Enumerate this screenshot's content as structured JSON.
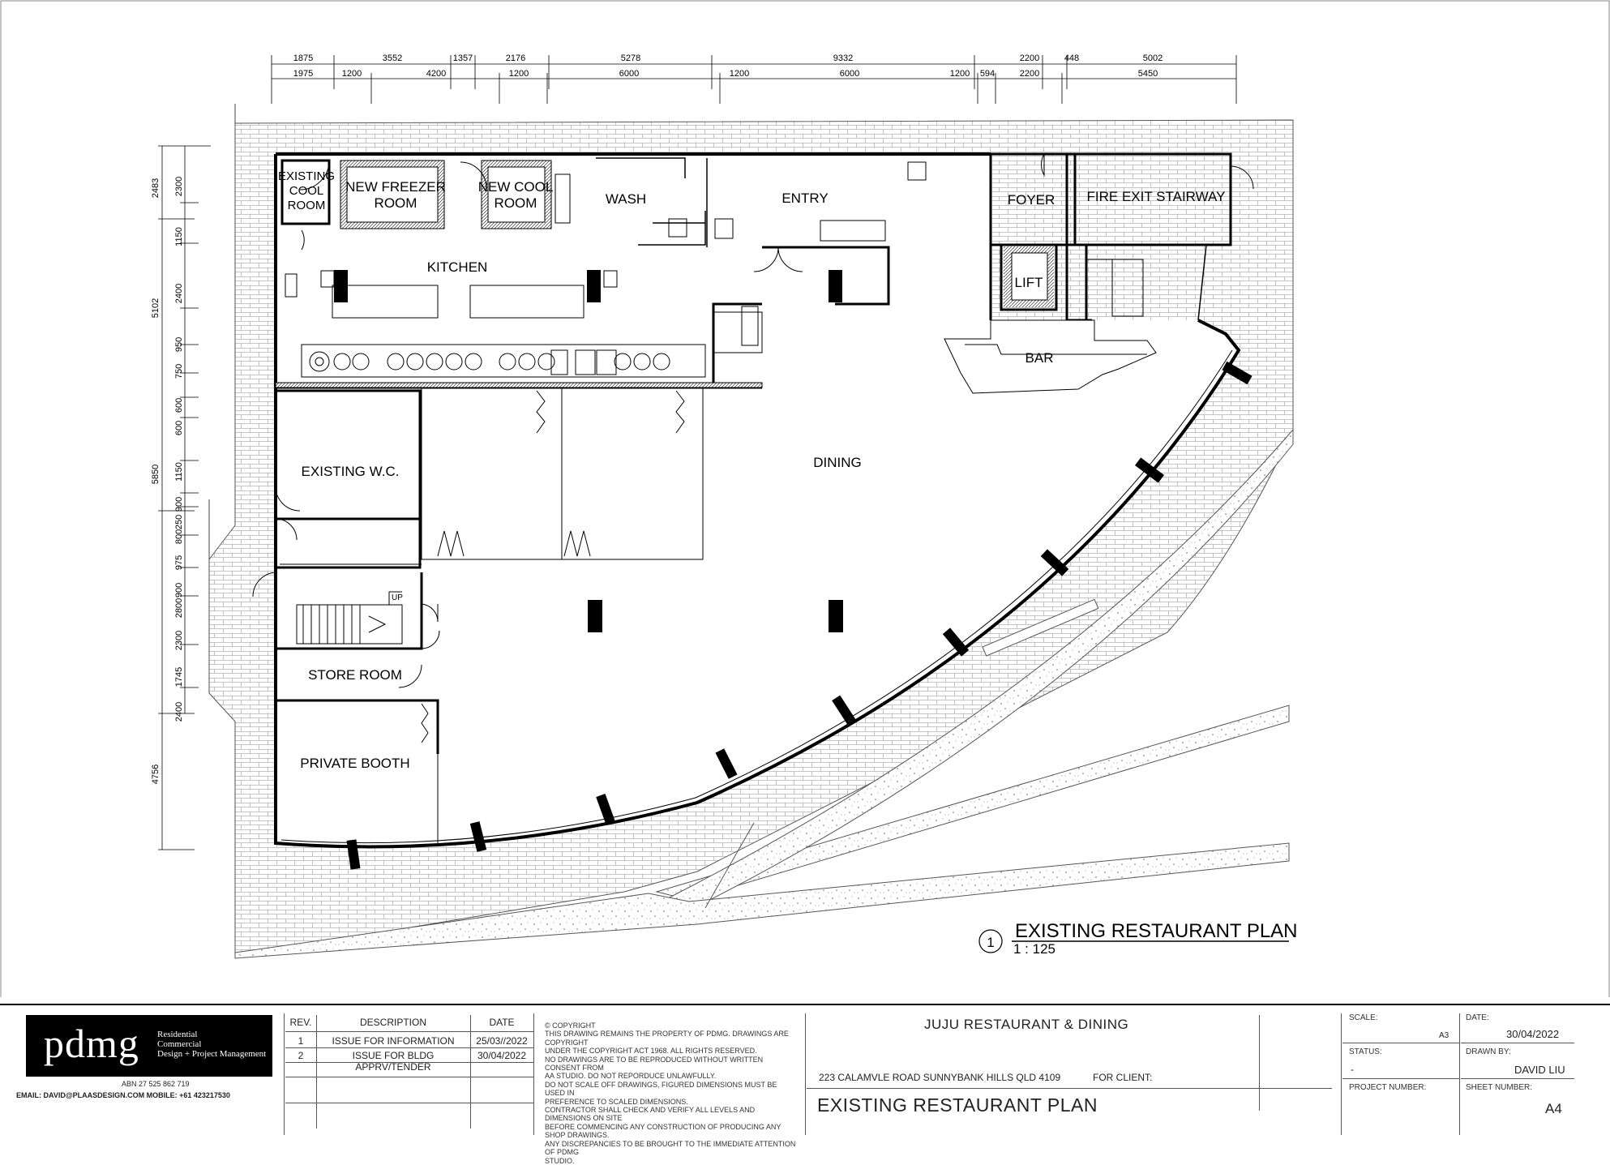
{
  "rooms": {
    "existing_cool_room": "EXISTING\nCOOL\nROOM",
    "new_freezer_room": "NEW FREEZER\nROOM",
    "new_cool_room": "NEW COOL\nROOM",
    "wash": "WASH",
    "entry": "ENTRY",
    "foyer": "FOYER",
    "fire_exit_stairway": "FIRE EXIT STAIRWAY",
    "kitchen": "KITCHEN",
    "lift": "LIFT",
    "bar": "BAR",
    "dining": "DINING",
    "existing_wc": "EXISTING W.C.",
    "store_room": "STORE ROOM",
    "private_booth": "PRIVATE BOOTH",
    "up": "UP"
  },
  "dimensions": {
    "top_outer": [
      "1875",
      "3552",
      "1357",
      "2176",
      "5278",
      "9332",
      "2200",
      "448",
      "5002"
    ],
    "top_inner": [
      "1975",
      "1200",
      "4200",
      "1200",
      "6000",
      "1200",
      "6000",
      "1200",
      "594",
      "2200",
      "5450"
    ],
    "left_outer": [
      "2483",
      "5102",
      "5850",
      "4756"
    ],
    "left_inner": [
      "2300",
      "1150",
      "2400",
      "950",
      "750",
      "600",
      "600",
      "1150",
      "900",
      "250",
      "800",
      "975",
      "900",
      "2800",
      "2300",
      "1745",
      "2400"
    ]
  },
  "drawing": {
    "number": "1",
    "title": "EXISTING RESTAURANT PLAN",
    "scale": "1 : 125"
  },
  "title_block": {
    "logo_text": "pdmg",
    "logo_tagline": [
      "Residential",
      "Commercial",
      "Design + Project Management"
    ],
    "abn": "ABN 27 525 862 719",
    "contact": "EMAIL: DAVID@PLAASDESIGN.COM MOBILE: +61 423217530",
    "revisions_header": {
      "rev": "REV.",
      "description": "DESCRIPTION",
      "date": "DATE"
    },
    "revisions": [
      {
        "rev": "1",
        "description": "ISSUE FOR INFORMATION",
        "date": "25/03//2022"
      },
      {
        "rev": "2",
        "description": "ISSUE FOR BLDG APPRV/TENDER",
        "date": "30/04/2022"
      }
    ],
    "copyright_lines": [
      "© COPYRIGHT",
      "THIS DRAWING REMAINS THE PROPERTY OF PDMG. DRAWINGS ARE COPYRIGHT",
      "UNDER THE COPYRIGHT ACT 1968. ALL RIGHTS RESERVED.",
      "NO DRAWINGS ARE TO BE REPRODUCED WITHOUT WRITTEN CONSENT FROM",
      "AA STUDIO. DO NOT REPORDUCE UNLAWFULLY.",
      "DO NOT SCALE OFF DRAWINGS, FIGURED DIMENSIONS MUST BE USED IN",
      "PREFERENCE TO SCALED DIMENSIONS.",
      "CONTRACTOR SHALL CHECK AND VERIFY ALL LEVELS AND DIMENSIONS ON SITE",
      "BEFORE COMMENCING ANY CONSTRUCTION OF PRODUCING ANY SHOP DRAWINGS.",
      "ANY DISCREPANCIES TO BE BROUGHT TO THE IMMEDIATE ATTENTION OF PDMG",
      "STUDIO."
    ],
    "project_name": "JUJU RESTAURANT & DINING",
    "address": "223 CALAMVLE ROAD SUNNYBANK HILLS QLD 4109",
    "for_client_label": "FOR CLIENT:",
    "sheet_title": "EXISTING RESTAURANT PLAN",
    "scale_label": "SCALE:",
    "scale_value": "A3",
    "status_label": "STATUS:",
    "status_value": "-",
    "project_number_label": "PROJECT NUMBER:",
    "date_label": "DATE:",
    "date_value": "30/04/2022",
    "drawn_by_label": "DRAWN BY:",
    "drawn_by_value": "DAVID LIU",
    "sheet_number_label": "SHEET NUMBER:",
    "sheet_number_value": "A4"
  }
}
